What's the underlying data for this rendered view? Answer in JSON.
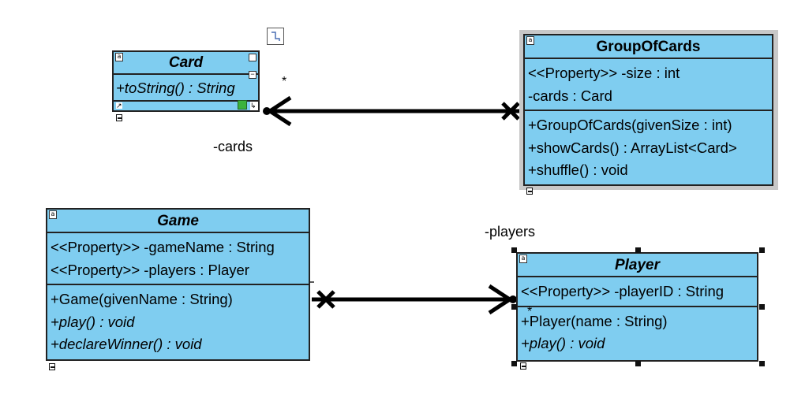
{
  "classes": {
    "card": {
      "name": "Card",
      "ops": [
        "+toString() : String"
      ]
    },
    "group": {
      "name": "GroupOfCards",
      "attrs": [
        "<<Property>> -size : int",
        "-cards : Card"
      ],
      "ops": [
        "+GroupOfCards(givenSize : int)",
        "+showCards() : ArrayList<Card>",
        "+shuffle() : void"
      ]
    },
    "game": {
      "name": "Game",
      "attrs": [
        "<<Property>> -gameName : String",
        "<<Property>> -players : Player"
      ],
      "ops": [
        "+Game(givenName : String)",
        "+play() : void",
        "+declareWinner() : void"
      ]
    },
    "player": {
      "name": "Player",
      "attrs": [
        "<<Property>> -playerID : String"
      ],
      "ops": [
        "+Player(name : String)",
        "+play() : void"
      ]
    }
  },
  "labels": {
    "cards_role": "-cards",
    "cards_mult": "*",
    "players_role": "-players",
    "players_mult": "*"
  },
  "icons": [
    "class-icon",
    "note-icon",
    "resize-handle"
  ]
}
